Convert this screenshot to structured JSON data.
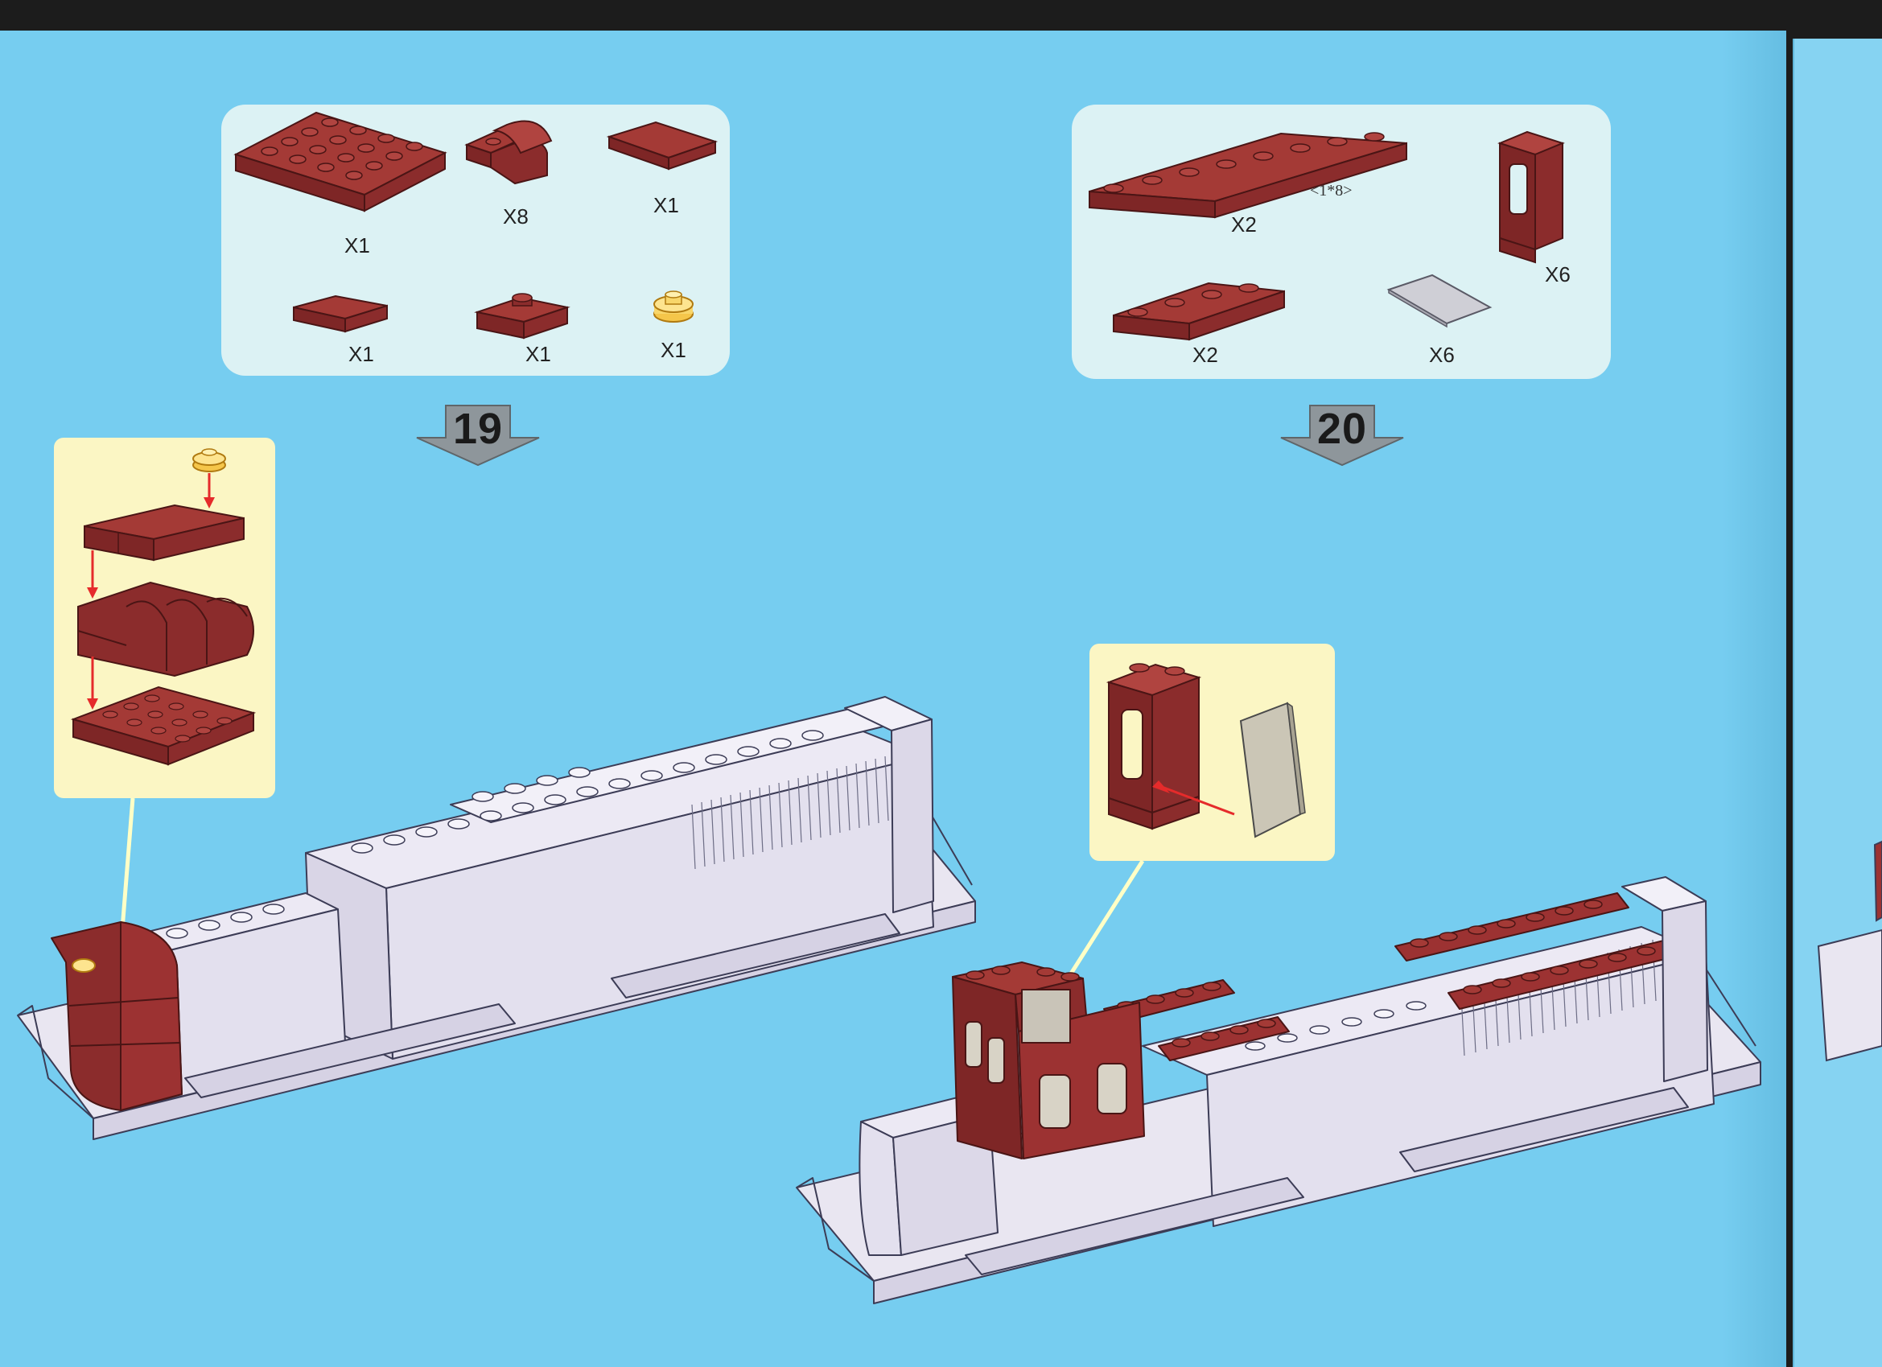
{
  "steps": [
    {
      "number": "19",
      "parts": [
        {
          "name": "plate-4x4",
          "qty": "X1"
        },
        {
          "name": "curved-slope",
          "qty": "X8"
        },
        {
          "name": "tile-2x2",
          "qty": "X1"
        },
        {
          "name": "tile-1x2",
          "qty": "X1"
        },
        {
          "name": "plate-1x2-jumper",
          "qty": "X1"
        },
        {
          "name": "round-plate-1x1-trans-yellow",
          "qty": "X1"
        }
      ]
    },
    {
      "number": "20",
      "parts": [
        {
          "name": "plate-1x8",
          "qty": "X2",
          "note": "<1*8>"
        },
        {
          "name": "window-frame",
          "qty": "X6"
        },
        {
          "name": "plate-1x4",
          "qty": "X2"
        },
        {
          "name": "glass-pane",
          "qty": "X6"
        }
      ]
    }
  ],
  "colors": {
    "page_bg": "#76cdf0",
    "panel_bg": "#dcf2f4",
    "callout_bg": "#fbf6c4",
    "brick_red": "#9c3232",
    "model_grey": "#e9e6f1",
    "arrow_red": "#e52b2b"
  }
}
